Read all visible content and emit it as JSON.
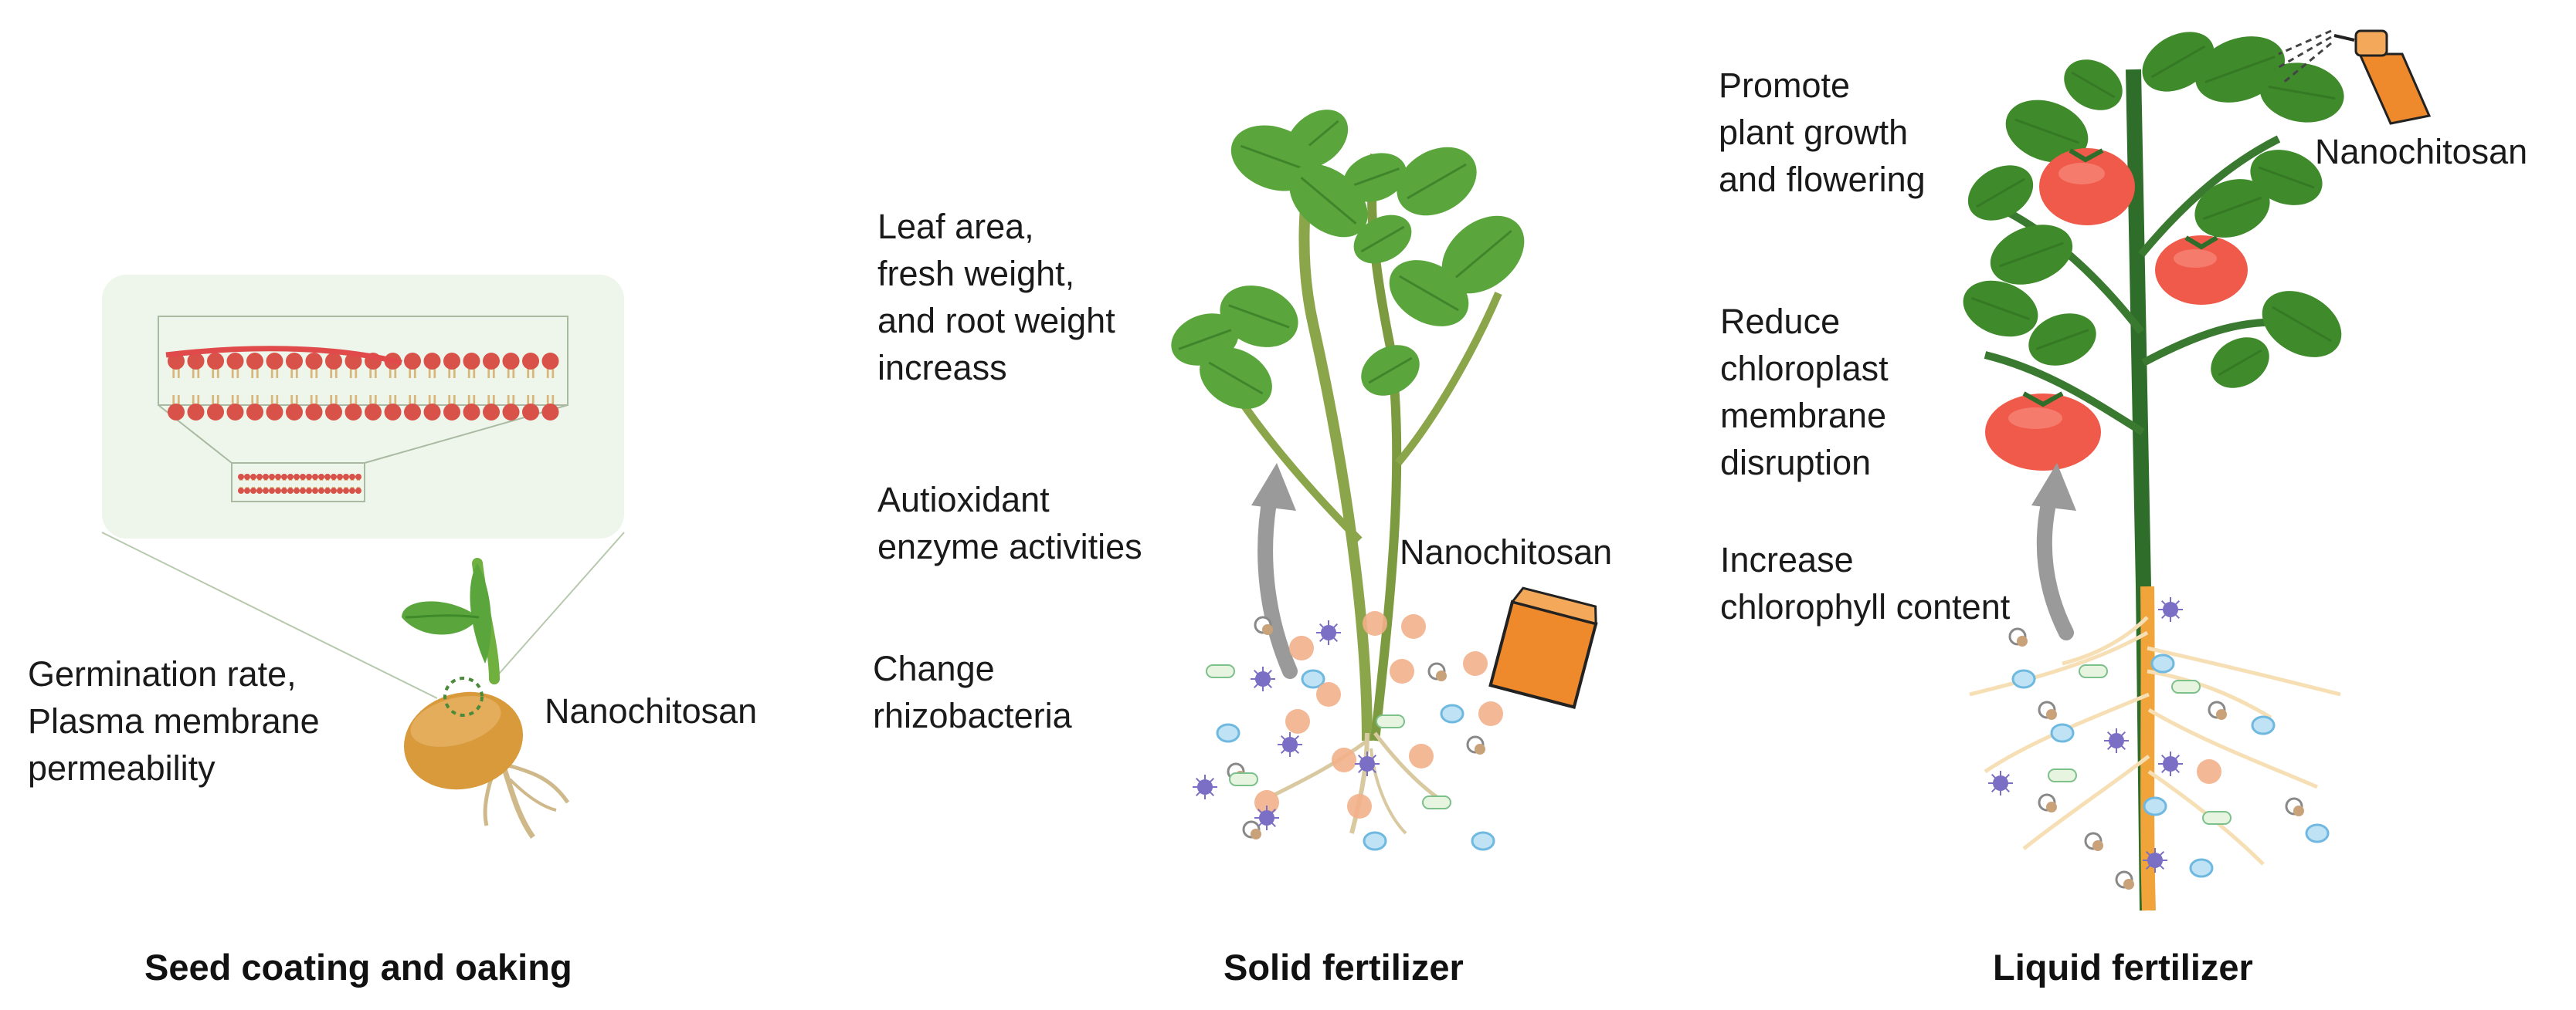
{
  "panels": {
    "seed": {
      "caption": "Seed coating and oaking",
      "effect_label": "Germination rate,\nPlasma membrane\npermeability",
      "agent_label": "Nanochitosan"
    },
    "solid": {
      "caption": "Solid fertilizer",
      "effect_leaf": "Leaf area,\nfresh weight,\nand root weight\nincreass",
      "effect_enzyme": "Autioxidant\nenzyme activities",
      "effect_bacteria": "Change\nrhizobacteria",
      "agent_label": "Nanochitosan"
    },
    "liquid": {
      "caption": "Liquid fertilizer",
      "effect_growth": "Promote\nplant growth\nand flowering",
      "effect_membrane": "Reduce\nchloroplast\nmembrane\ndisruption",
      "effect_chlorophyll": "Increase\nchlorophyll content",
      "agent_label": "Nanochitosan"
    }
  },
  "colors": {
    "leaf": "#5aa63c",
    "leaf_dark": "#3f8a2a",
    "stem": "#8ba64a",
    "seed": "#d99a3c",
    "bag": "#ee8a2c",
    "tomato": "#f05a4a",
    "membrane_head": "#d9524a",
    "arrow": "#9a9a9a",
    "zoom_bg": "#eef5ea"
  },
  "icons": [
    "seed-icon",
    "fertilizer-bag-icon",
    "spray-bottle-icon",
    "growth-arrow-icon",
    "bacteria-icon",
    "membrane-icon"
  ]
}
